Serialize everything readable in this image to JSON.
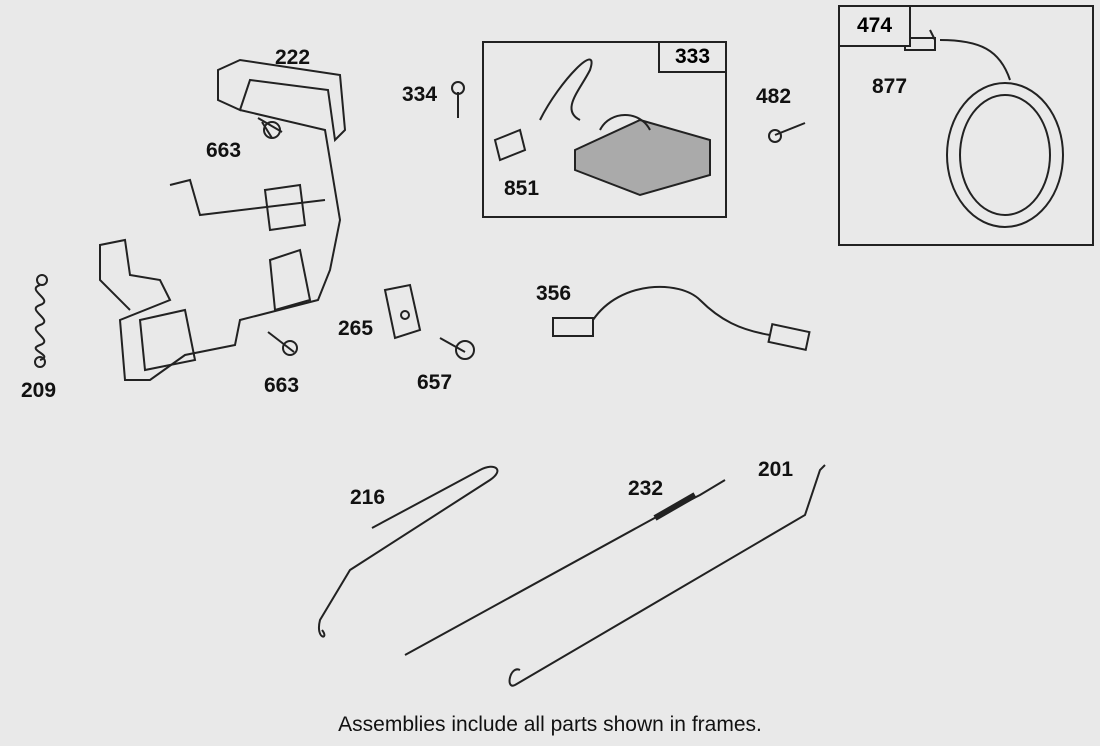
{
  "parts": {
    "p222": "222",
    "p663a": "663",
    "p663b": "663",
    "p209": "209",
    "p265": "265",
    "p657": "657",
    "p334": "334",
    "p851": "851",
    "p482": "482",
    "p877": "877",
    "p356": "356",
    "p216": "216",
    "p232": "232",
    "p201": "201"
  },
  "frames": {
    "f333": "333",
    "f474": "474"
  },
  "caption": "Assemblies include all parts shown in frames."
}
